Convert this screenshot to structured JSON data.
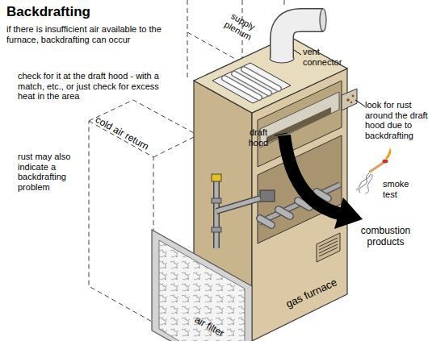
{
  "diagram": {
    "title": "Backdrafting",
    "labels": [
      "if there is insufficient air available to the furnace, backdrafting can occur",
      "check for it at the draft hood - with a match, etc., or just check for excess heat in the area",
      "rust may also indicate a backdrafting problem",
      "supply plenum",
      "vent connector",
      "look for rust around the draft hood due to backdrafting",
      "draft hood",
      "smoke test",
      "cold air return",
      "combustion products",
      "gas furnace",
      "air filter"
    ]
  }
}
